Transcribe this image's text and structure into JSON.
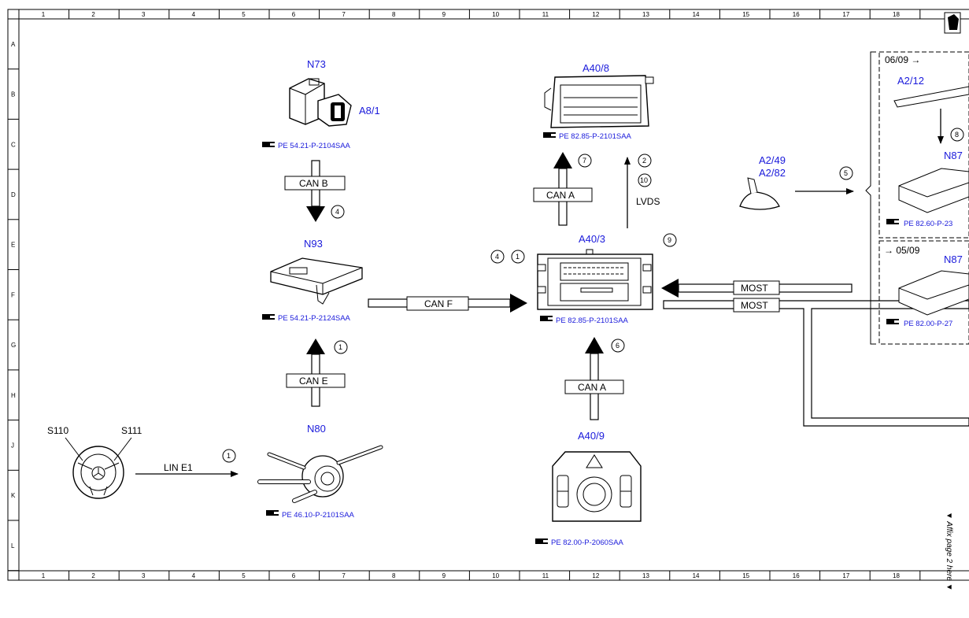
{
  "columns": [
    "1",
    "2",
    "3",
    "4",
    "5",
    "6",
    "7",
    "8",
    "9",
    "10",
    "11",
    "12",
    "13",
    "14",
    "15",
    "16",
    "17",
    "18"
  ],
  "rows": [
    "A",
    "B",
    "C",
    "D",
    "E",
    "F",
    "G",
    "H",
    "J",
    "K",
    "L"
  ],
  "components": {
    "n73": "N73",
    "a8_1": "A8/1",
    "a40_8": "A40/8",
    "a2_49": "A2/49",
    "a2_82": "A2/82",
    "n93": "N93",
    "a40_3": "A40/3",
    "n80": "N80",
    "a40_9": "A40/9",
    "s110": "S110",
    "s111": "S111",
    "a2_12": "A2/12",
    "n87_top": "N87",
    "n87_bot": "N87"
  },
  "refs": {
    "n73": "PE 54.21-P-2104SAA",
    "a40_8": "PE 82.85-P-2101SAA",
    "n93": "PE 54.21-P-2124SAA",
    "a40_3": "PE 82.85-P-2101SAA",
    "n80": "PE 46.10-P-2101SAA",
    "a40_9": "PE 82.00-P-2060SAA",
    "n87_top": "PE 82.60-P-23",
    "n87_bot": "PE 82.00-P-27"
  },
  "buses": {
    "can_b": "CAN B",
    "can_a_top": "CAN A",
    "can_f": "CAN F",
    "can_e": "CAN E",
    "can_a_bottom": "CAN A",
    "most_in": "MOST",
    "most_out": "MOST",
    "lin_e1": "LIN E1",
    "lvds": "LVDS"
  },
  "markers": {
    "m_n93_n73": "4",
    "m_a408_cana": "7",
    "m_a408_lvds_2": "2",
    "m_a408_lvds_10": "10",
    "m_antenna": "5",
    "m_canf_4": "4",
    "m_canf_1": "1",
    "m_most": "9",
    "m_cane": "1",
    "m_a409": "6",
    "m_lin": "1",
    "m_a212": "8"
  },
  "date_top": "06/09 →",
  "date_bottom": "→ 05/09",
  "side_note": "▼ Affix page 2 here ▼"
}
